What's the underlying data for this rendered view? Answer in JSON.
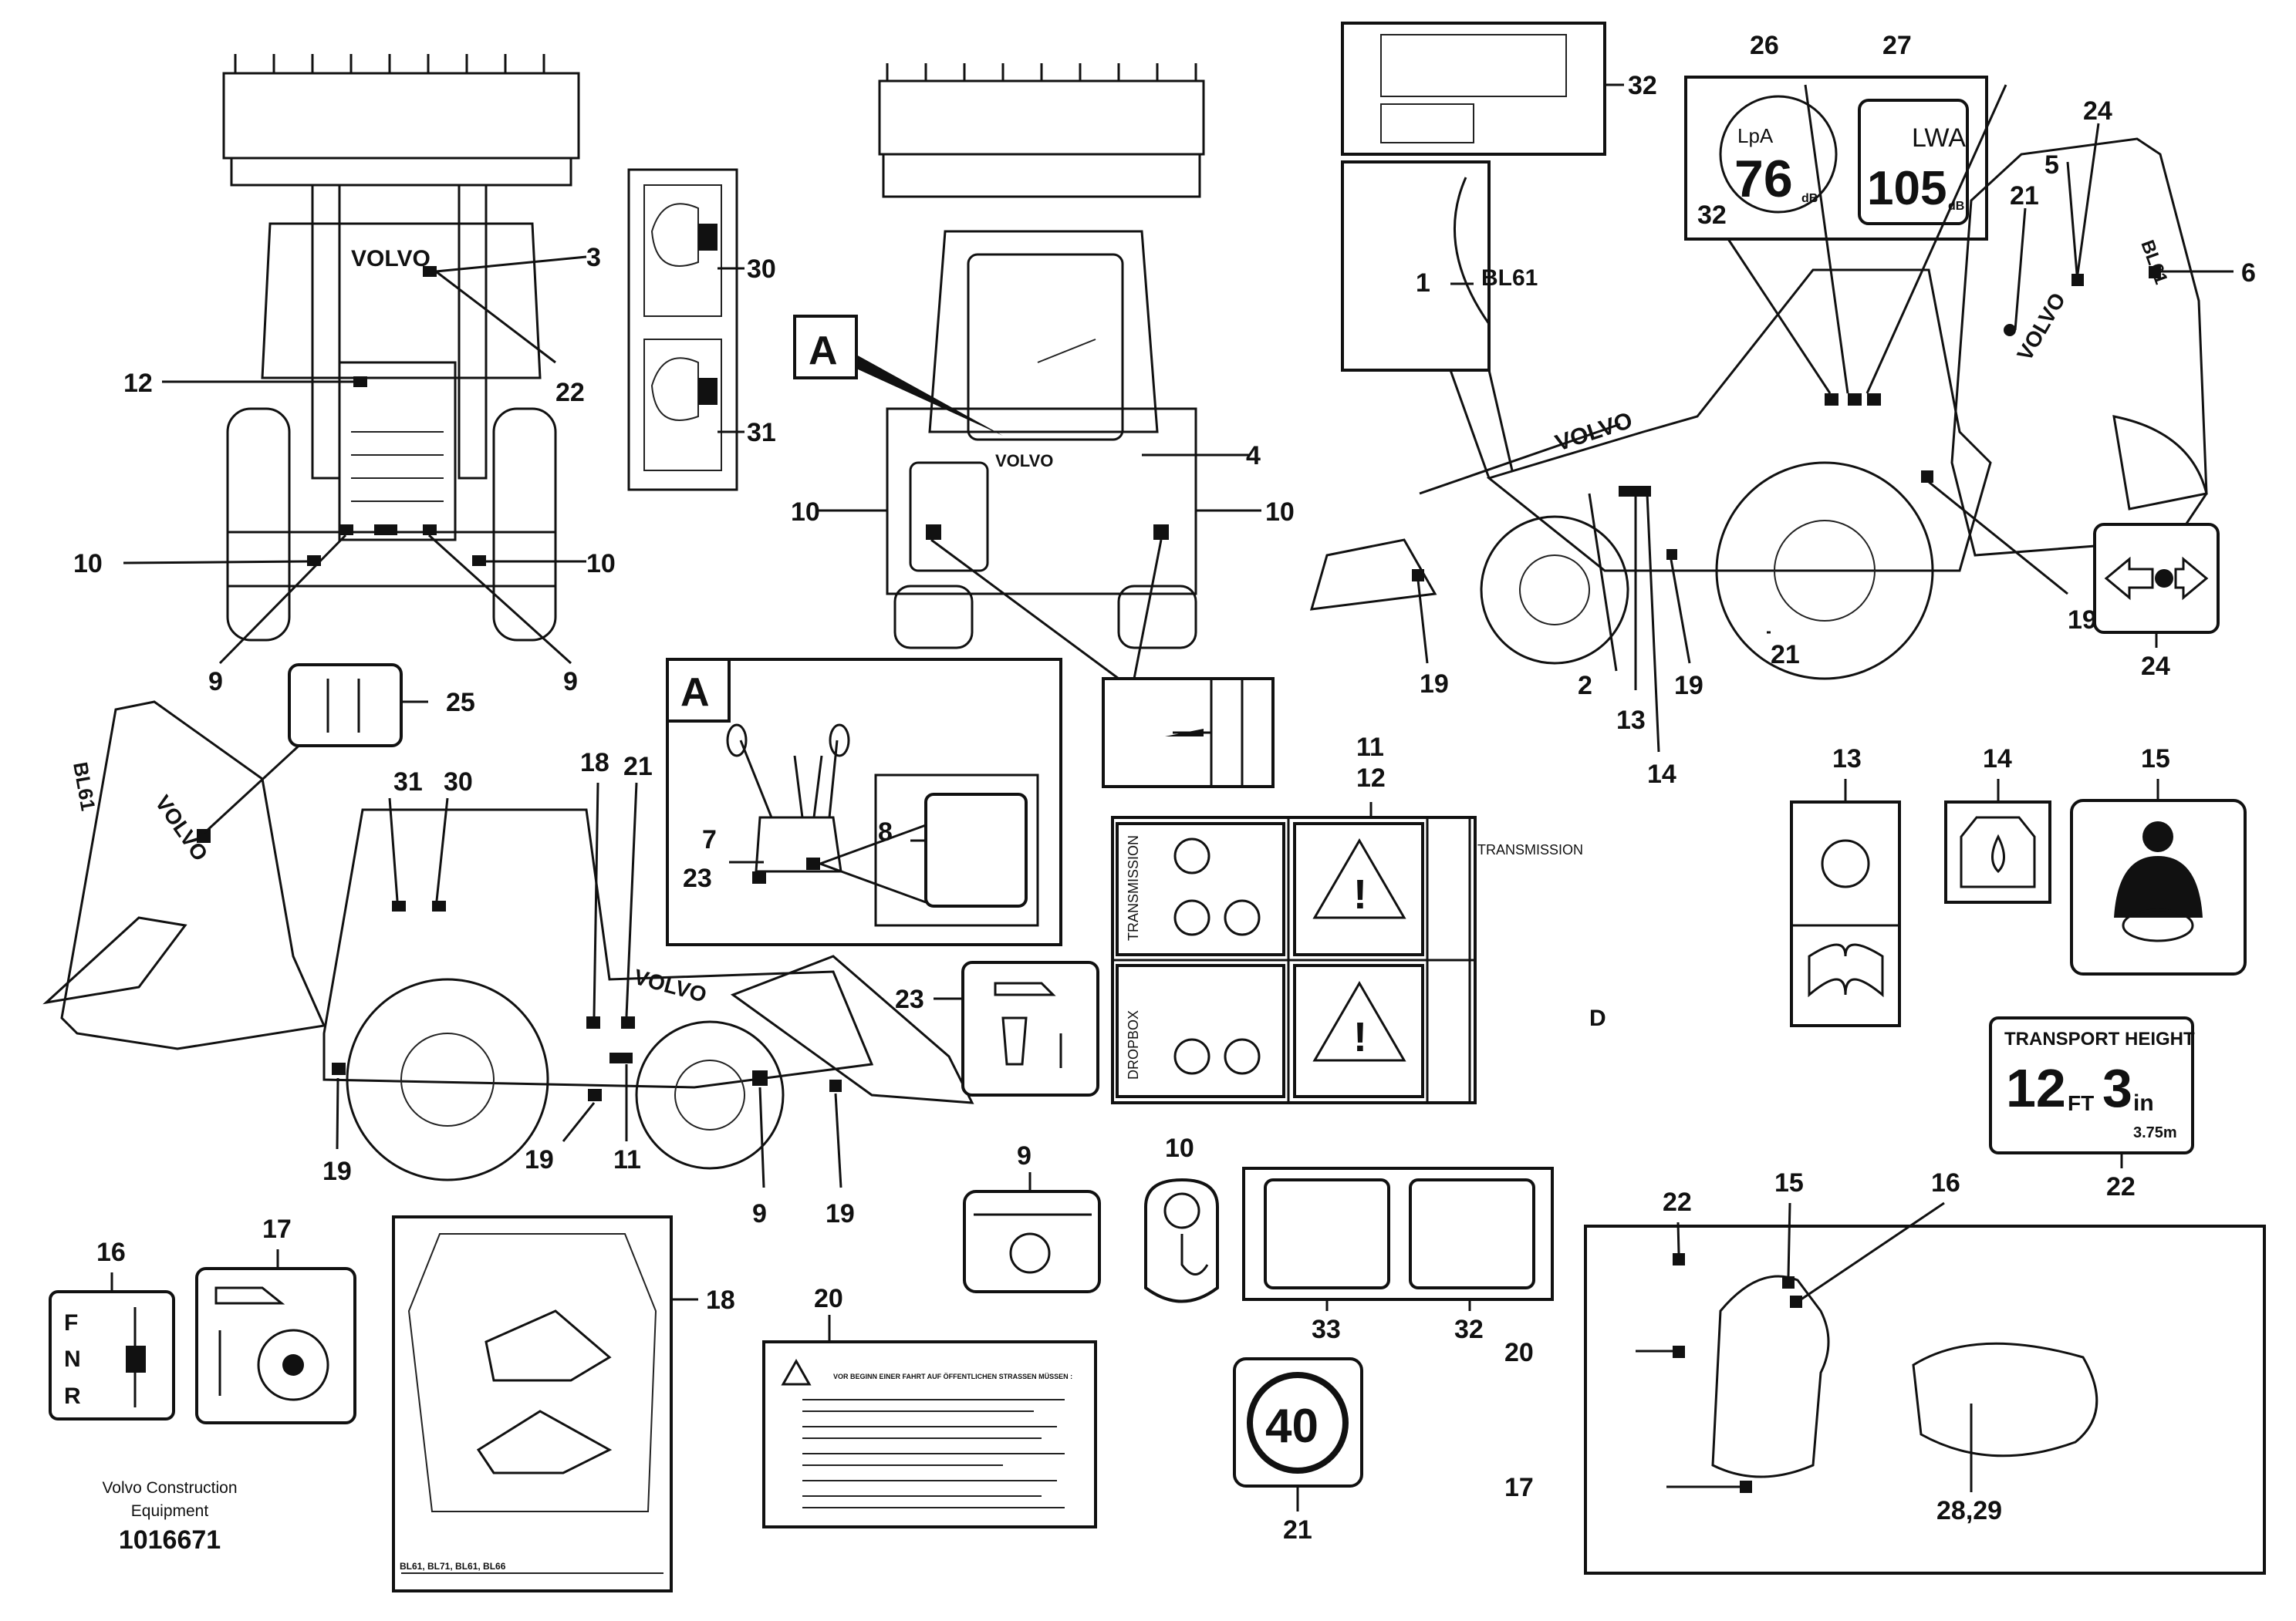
{
  "callouts": {
    "c1": "1",
    "c2": "2",
    "c3": "3",
    "c4": "4",
    "c5": "5",
    "c6": "6",
    "c7": "7",
    "c8": "8",
    "c9": "9",
    "c10": "10",
    "c11": "11",
    "c12": "12",
    "c13": "13",
    "c14": "14",
    "c15": "15",
    "c16": "16",
    "c17": "17",
    "c18": "18",
    "c19": "19",
    "c20": "20",
    "c21": "21",
    "c22": "22",
    "c23": "23",
    "c24": "24",
    "c25": "25",
    "c26": "26",
    "c27": "27",
    "c28_29": "28,29",
    "c30": "30",
    "c31": "31",
    "c32": "32",
    "c33": "33"
  },
  "view_markers": {
    "a1": "A",
    "a2": "A"
  },
  "machine": {
    "brand": "VOLVO",
    "model": "BL61"
  },
  "decals": {
    "noise_lpa": {
      "label": "LpA",
      "value": "76",
      "unit": "dB"
    },
    "noise_lwa": {
      "label": "LWA",
      "value": "105",
      "unit": "dB"
    },
    "transport_height": {
      "title": "TRANSPORT HEIGHT",
      "feet": "12",
      "feet_unit": "FT",
      "inches": "3",
      "inch_unit": "in",
      "metric": "3.75m"
    },
    "speed_limit": "40",
    "service_panel": {
      "transmission_vertical": "TRANSMISSION",
      "transmission": "TRANSMISSION",
      "dropbox": "DROPBOX",
      "fuel_letter": "D"
    },
    "gear_selector": {
      "f": "F",
      "n": "N",
      "r": "R"
    },
    "road_warning_title": "VOR BEGINN EINER FAHRT AUF ÖFFENTLICHEN STRASSEN MÜSSEN :",
    "lubrication_models": "BL61, BL71, BL61, BL66"
  },
  "footer": {
    "company": "Volvo Construction",
    "company2": "Equipment",
    "drawing_number": "1016671"
  }
}
